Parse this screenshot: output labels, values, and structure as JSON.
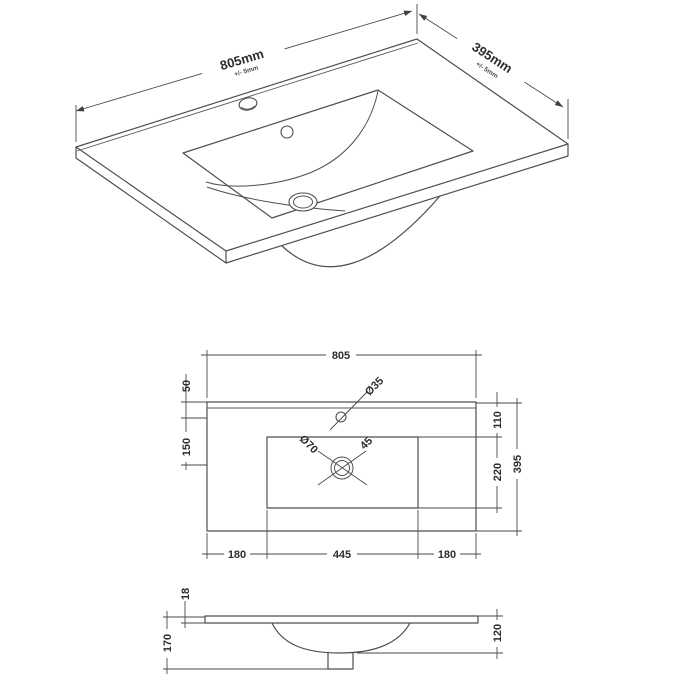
{
  "iso": {
    "width": "805mm",
    "width_tol": "+/- 5mm",
    "depth": "395mm",
    "depth_tol": "+/- 5mm"
  },
  "plan": {
    "overall_width": "805",
    "left": {
      "d1": "50",
      "d2": "150"
    },
    "right": {
      "d1": "110",
      "d2": "220",
      "d3": "395"
    },
    "bottom": {
      "d1": "180",
      "d2": "445",
      "d3": "180"
    },
    "tap_hole": "Ø35",
    "waste_hole": "Ø70",
    "waste_angle": "45"
  },
  "section": {
    "top_thickness": "18",
    "overall_height": "170",
    "bowl_depth": "120"
  },
  "colors": {
    "line": "#4f4f4f",
    "text": "#2d2d2d",
    "background": "#ffffff"
  }
}
